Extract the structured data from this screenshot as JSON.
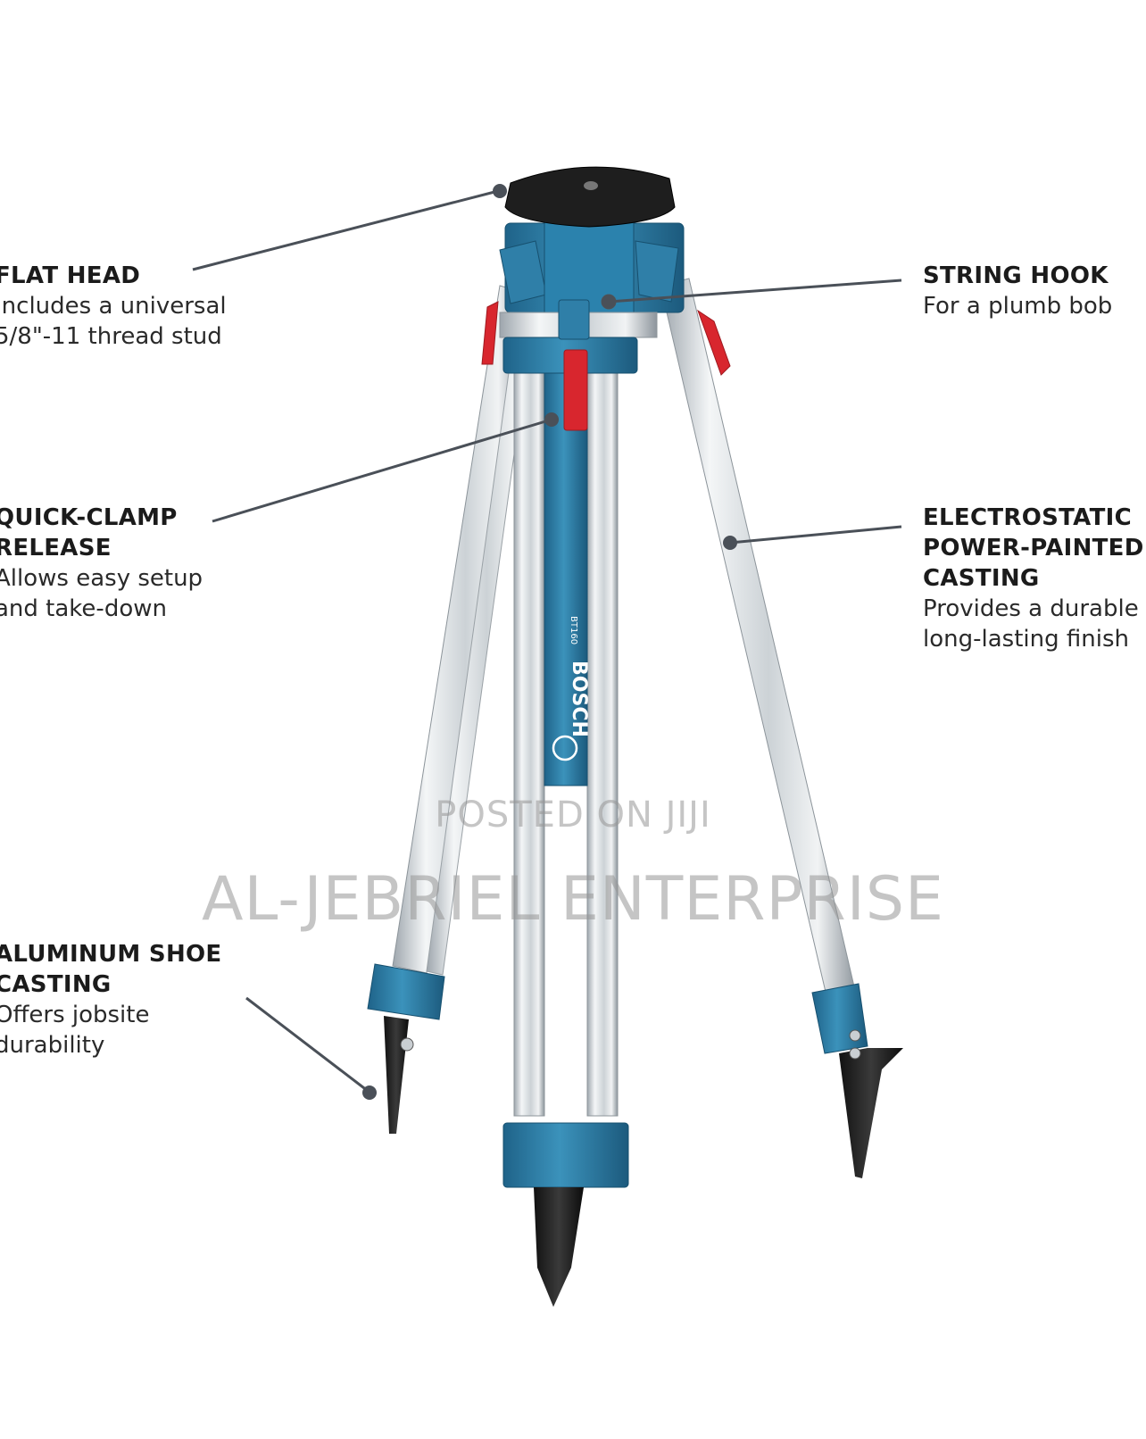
{
  "callouts": {
    "flat_head": {
      "title": "FLAT HEAD",
      "desc_lines": [
        "Includes a universal",
        "5/8\"-11 thread stud"
      ]
    },
    "string_hook": {
      "title": "STRING HOOK",
      "desc_lines": [
        "For a plumb bob"
      ]
    },
    "quick_clamp": {
      "title_lines": [
        "QUICK-CLAMP",
        "RELEASE"
      ],
      "desc_lines": [
        "Allows easy setup",
        "and take-down"
      ]
    },
    "electrostatic": {
      "title_lines": [
        "ELECTROSTATIC",
        "POWER-PAINTED",
        "CASTING"
      ],
      "desc_lines": [
        "Provides a durable",
        "long-lasting finish"
      ]
    },
    "aluminum_shoe": {
      "title_lines": [
        "ALUMINUM SHOE",
        "CASTING"
      ],
      "desc_lines": [
        "Offers jobsite",
        "durability"
      ]
    }
  },
  "brand": {
    "name": "BOSCH",
    "model": "BT160"
  },
  "watermark": {
    "line1": "POSTED ON JIJI",
    "line2": "AL-JEBRIEL ENTERPRISE"
  },
  "colors": {
    "background": "#ffffff",
    "casting_blue": "#2f7fa8",
    "casting_blue_dark": "#1f5f82",
    "clamp_red": "#d8262e",
    "aluminum": "#d6dadd",
    "rubber": "#1e1e1e",
    "callout_line": "#4a5058"
  }
}
